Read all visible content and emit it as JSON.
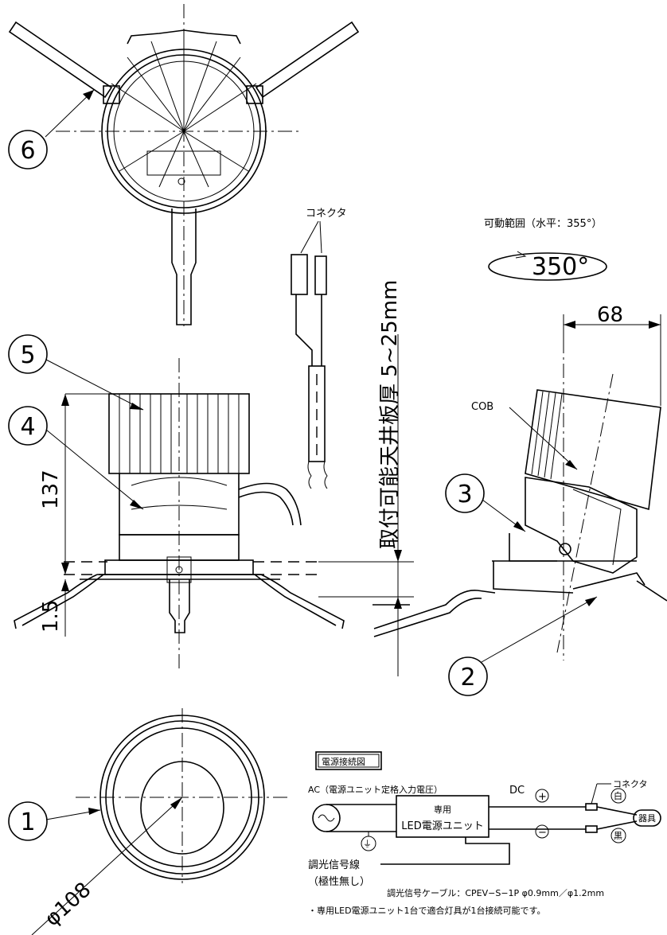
{
  "callouts": [
    "1",
    "2",
    "3",
    "4",
    "5",
    "6"
  ],
  "dimensions": {
    "height": "137",
    "flange": "1.5",
    "diameter": "φ108",
    "projection": "68",
    "ceiling_thickness": "取付可能天井板厚 5~25mm"
  },
  "labels": {
    "connector": "コネクタ",
    "rotation_title": "可動範囲（水平：355°）",
    "rotation_value": "350°",
    "cob": "COB"
  },
  "wiring": {
    "title": "電源接続図",
    "ac_label": "AC（電源ユニット定格入力電圧）",
    "dc_label": "DC",
    "plus": "+",
    "minus": "−",
    "earth": "⏚",
    "unit_line1": "専用",
    "unit_line2": "LED電源ユニット",
    "connector": "コネクタ",
    "white": "白",
    "black": "黒",
    "fixture": "器具",
    "signal_line1": "調光信号線",
    "signal_line2": "（極性無し）",
    "cable": "調光信号ケーブル：CPEV−S−1P φ0.9mm／φ1.2mm",
    "note": "・専用LED電源ユニット1台で適合灯具が1台接続可能です。"
  }
}
